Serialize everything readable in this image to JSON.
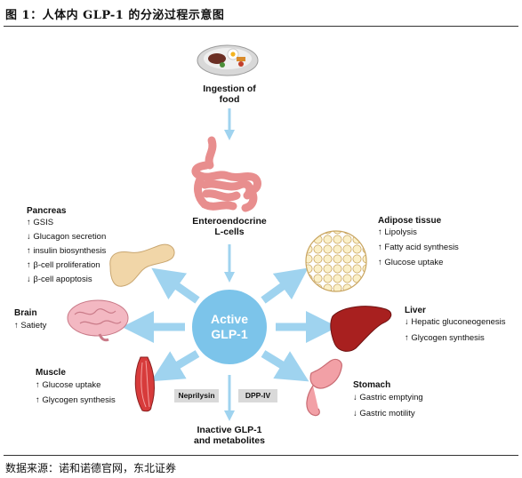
{
  "header": {
    "figure_title": "图 1：人体内 GLP-1 的分泌过程示意图"
  },
  "footer": {
    "source": "数据来源：诺和诺德官网，东北证券"
  },
  "diagram": {
    "ingestion": [
      "Ingestion of",
      "food"
    ],
    "enteroendocrine": [
      "Enteroendocrine",
      "L-cells"
    ],
    "active": [
      "Active",
      "GLP-1"
    ],
    "inactive": [
      "Inactive GLP-1",
      "and metabolites"
    ],
    "enzymes": [
      "Neprilysin",
      "DPP-IV"
    ],
    "pancreas": {
      "title": "Pancreas",
      "items": [
        "↑ GSIS",
        "↓ Glucagon secretion",
        "↑ insulin biosynthesis",
        "↑ β-cell proliferation",
        "↓ β-cell apoptosis"
      ]
    },
    "brain": {
      "title": "Brain",
      "items": [
        "↑ Satiety"
      ]
    },
    "muscle": {
      "title": "Muscle",
      "items": [
        "↑ Glucose uptake",
        "↑ Glycogen synthesis"
      ]
    },
    "adipose": {
      "title": "Adipose tissue",
      "items": [
        "↑ Lipolysis",
        "↑ Fatty acid synthesis",
        "↑ Glucose uptake"
      ]
    },
    "liver": {
      "title": "Liver",
      "items": [
        "↓ Hepatic gluconeogenesis",
        "↑ Glycogen synthesis"
      ]
    },
    "stomach": {
      "title": "Stomach",
      "items": [
        "↓ Gastric emptying",
        "↓ Gastric motility"
      ]
    },
    "colors": {
      "arrow": "#9fd3ef",
      "center": "#7cc4ea",
      "pancreas": "#f1d6a8",
      "brain": "#f3b8c2",
      "muscle": "#d73b3b",
      "liver": "#a8201f",
      "stomach": "#f2a0a6",
      "adipose": "#f4e3b0",
      "intestine": "#f2a8a8"
    }
  }
}
